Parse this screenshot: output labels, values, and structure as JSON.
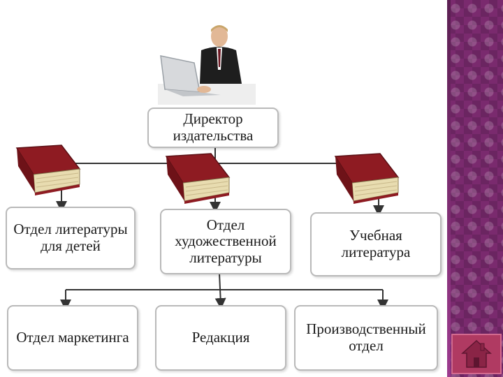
{
  "chart": {
    "boxes": {
      "director": "Директор\nиздательства",
      "children_lit": "Отдел литературы\nдля детей",
      "fiction": "Отдел\nхудожественной\nлитературы",
      "educational": "Учебная\nлитература",
      "marketing": "Отдел маркетинга",
      "editorial": "Редакция",
      "production": "Производственный\nотдел"
    }
  },
  "icons": {
    "director_photo": "businessman-at-laptop-icon",
    "book": "red-book-icon",
    "home": "home-icon"
  },
  "colors": {
    "book_cover": "#8e1b22",
    "page_edge": "#e8dcb0",
    "side_strip": "#7a2a6e",
    "home_button": "#b03a62",
    "box_border": "#b9b9b9",
    "connector": "#333333"
  }
}
